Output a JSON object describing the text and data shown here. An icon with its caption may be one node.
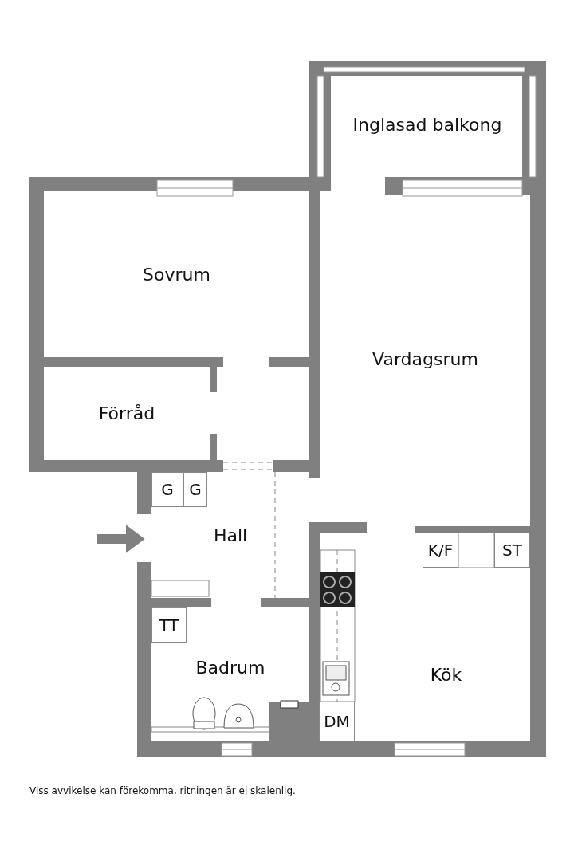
{
  "diagram": {
    "caption": "Viss avvikelse kan förekomma, ritningen är ej skalenlig.",
    "nodes": [
      {
        "text": [
          "Inglasad balkong"
        ]
      },
      {
        "text": [
          "Sovrum"
        ]
      },
      {
        "text": [
          "Vardagsrum"
        ]
      },
      {
        "text": [
          "Förråd"
        ]
      },
      {
        "text": [
          "Hall"
        ]
      },
      {
        "text": [
          "G"
        ],
        "in": 4
      },
      {
        "text": [
          "G"
        ],
        "in": 4
      },
      {
        "text": [
          "Kök"
        ]
      },
      {
        "text": [
          "K/F"
        ],
        "in": 7
      },
      {
        "text": [
          "ST"
        ],
        "in": 7
      },
      {
        "text": [
          "Badrum"
        ]
      },
      {
        "text": [
          "TT"
        ],
        "in": 10
      },
      {
        "text": [
          "DM"
        ],
        "in": 7
      }
    ],
    "edges": [
      {
        "from": null,
        "to": 4,
        "arrow": "to"
      }
    ]
  }
}
